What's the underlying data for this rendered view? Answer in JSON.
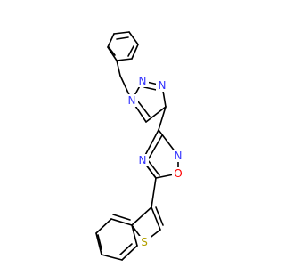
{
  "molecule": {
    "atoms": [
      {
        "id": "n_triazole_1",
        "label": "N",
        "color": "#3333ff"
      },
      {
        "id": "n_triazole_2",
        "label": "N",
        "color": "#3333ff"
      },
      {
        "id": "n_triazole_3",
        "label": "N",
        "color": "#3333ff"
      },
      {
        "id": "n_oxadiazole_4",
        "label": "N",
        "color": "#3333ff"
      },
      {
        "id": "n_oxadiazole_2",
        "label": "N",
        "color": "#3333ff"
      },
      {
        "id": "o_oxadiazole_1",
        "label": "O",
        "color": "#ff0000"
      },
      {
        "id": "s_benzothiophene",
        "label": "S",
        "color": "#b3a000"
      }
    ],
    "bond_color": "#000000"
  }
}
